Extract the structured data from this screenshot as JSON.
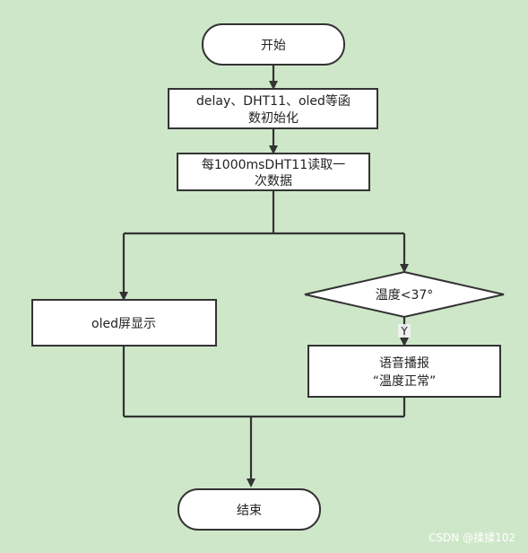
{
  "colors": {
    "background": "#cfe7c9",
    "node_fill": "#ffffff",
    "stroke": "#333333",
    "text": "#222222",
    "watermark": "#ffffff"
  },
  "nodes": {
    "start": {
      "label": "开始"
    },
    "init": {
      "line1": "delay、DHT11、oled等函",
      "line2": "数初始化"
    },
    "read": {
      "line1": "每1000msDHT11读取一",
      "line2": "次数据"
    },
    "display": {
      "label": "oled屏显示"
    },
    "decision": {
      "label": "温度<37°"
    },
    "voice": {
      "line1": "语音播报",
      "line2": "“温度正常”"
    },
    "end": {
      "label": "结束"
    }
  },
  "edges": {
    "decision_yes": {
      "label": "Y"
    }
  },
  "watermark": {
    "text": "CSDN @揉揉102"
  }
}
